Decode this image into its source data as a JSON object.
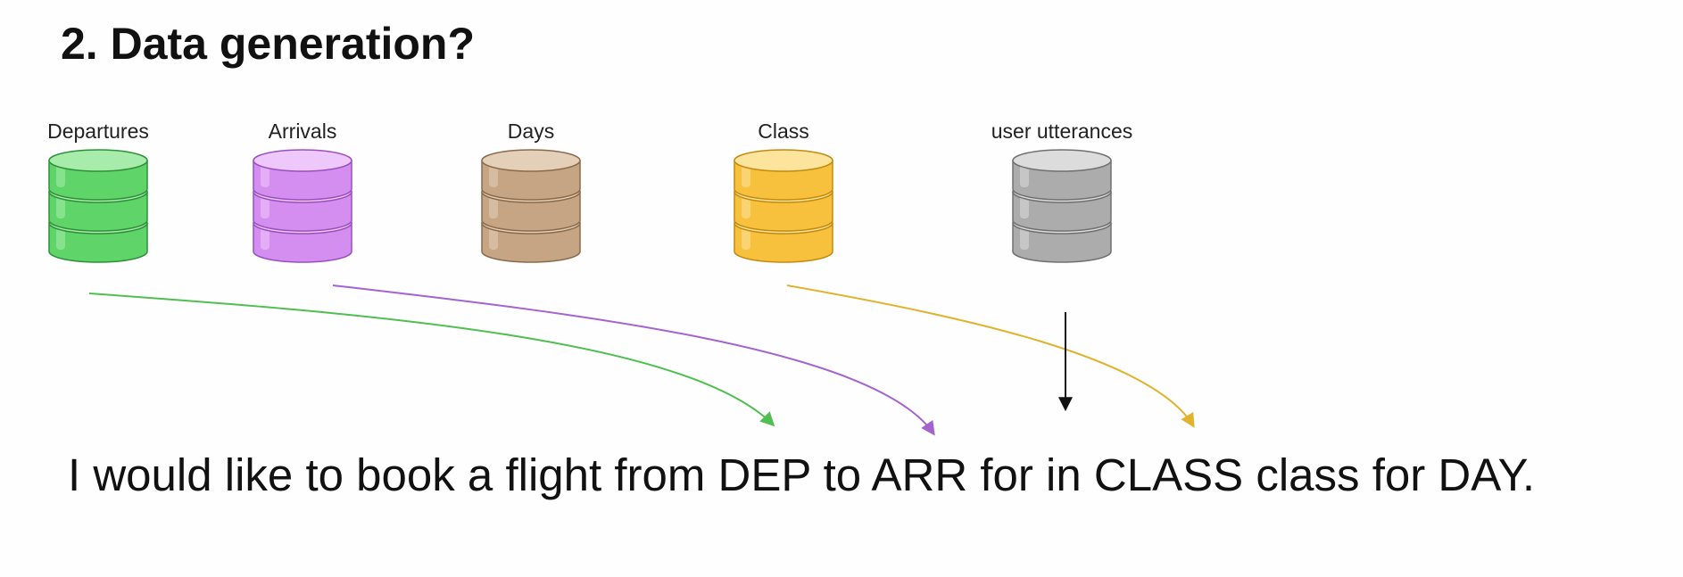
{
  "slide": {
    "title": "2.  Data generation?",
    "sentence": "I would like to book a flight from DEP to ARR for in CLASS class for DAY."
  },
  "databases": [
    {
      "label": "Departures",
      "color": "#5fd468",
      "dark": "#2f8f3a",
      "light": "#a8ecac"
    },
    {
      "label": "Arrivals",
      "color": "#d48ef0",
      "dark": "#9a4fbf",
      "light": "#efc8fb"
    },
    {
      "label": "Days",
      "color": "#c6a584",
      "dark": "#8b6a4a",
      "light": "#e4cfb9"
    },
    {
      "label": "Class",
      "color": "#f7c13e",
      "dark": "#c48a0f",
      "light": "#fde49c"
    },
    {
      "label": "user utterances",
      "color": "#acacac",
      "dark": "#707070",
      "light": "#dcdcdc"
    }
  ],
  "arrow_colors": {
    "departures": "#4fbf4f",
    "arrivals": "#a463cf",
    "class": "#e0b22d",
    "utterances": "#111111"
  }
}
